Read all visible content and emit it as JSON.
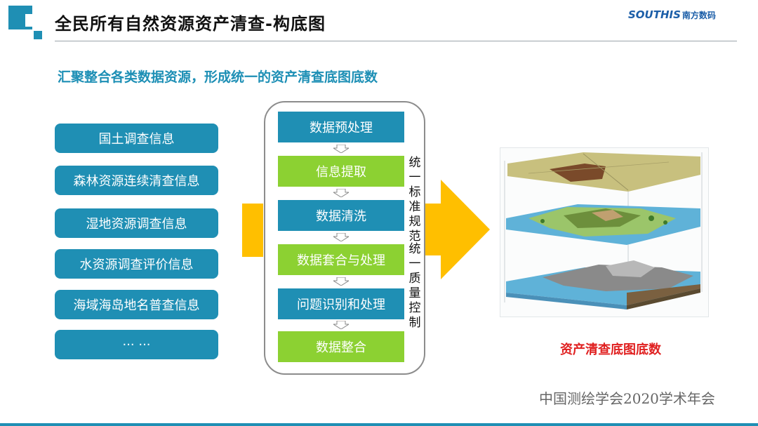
{
  "header": {
    "title": "全民所有自然资源资产清查-构底图",
    "brand_en": "SOUTHIS",
    "brand_cn": "南方数码"
  },
  "subtitle": "汇聚整合各类数据资源，形成统一的资产清查底图底数",
  "sources": [
    "国土调查信息",
    "森林资源连续清查信息",
    "湿地资源调查信息",
    "水资源调查评价信息",
    "海域海岛地名普查信息",
    "···    ···"
  ],
  "steps": [
    {
      "label": "数据预处理",
      "color": "#1f8fb4"
    },
    {
      "label": "信息提取",
      "color": "#8cd132"
    },
    {
      "label": "数据清洗",
      "color": "#1f8fb4"
    },
    {
      "label": "数据套合与处理",
      "color": "#8cd132"
    },
    {
      "label": "问题识别和处理",
      "color": "#1f8fb4"
    },
    {
      "label": "数据整合",
      "color": "#8cd132"
    }
  ],
  "side_labels": {
    "standard": "统一标准规范",
    "quality": "统一质量控制"
  },
  "caption": "资产清查底图底数",
  "footer": "中国测绘学会2020学术年会",
  "colors": {
    "primary_blue": "#1f8fb4",
    "green": "#8cd132",
    "arrow_yellow": "#ffbf00",
    "caption_red": "#e02020"
  }
}
